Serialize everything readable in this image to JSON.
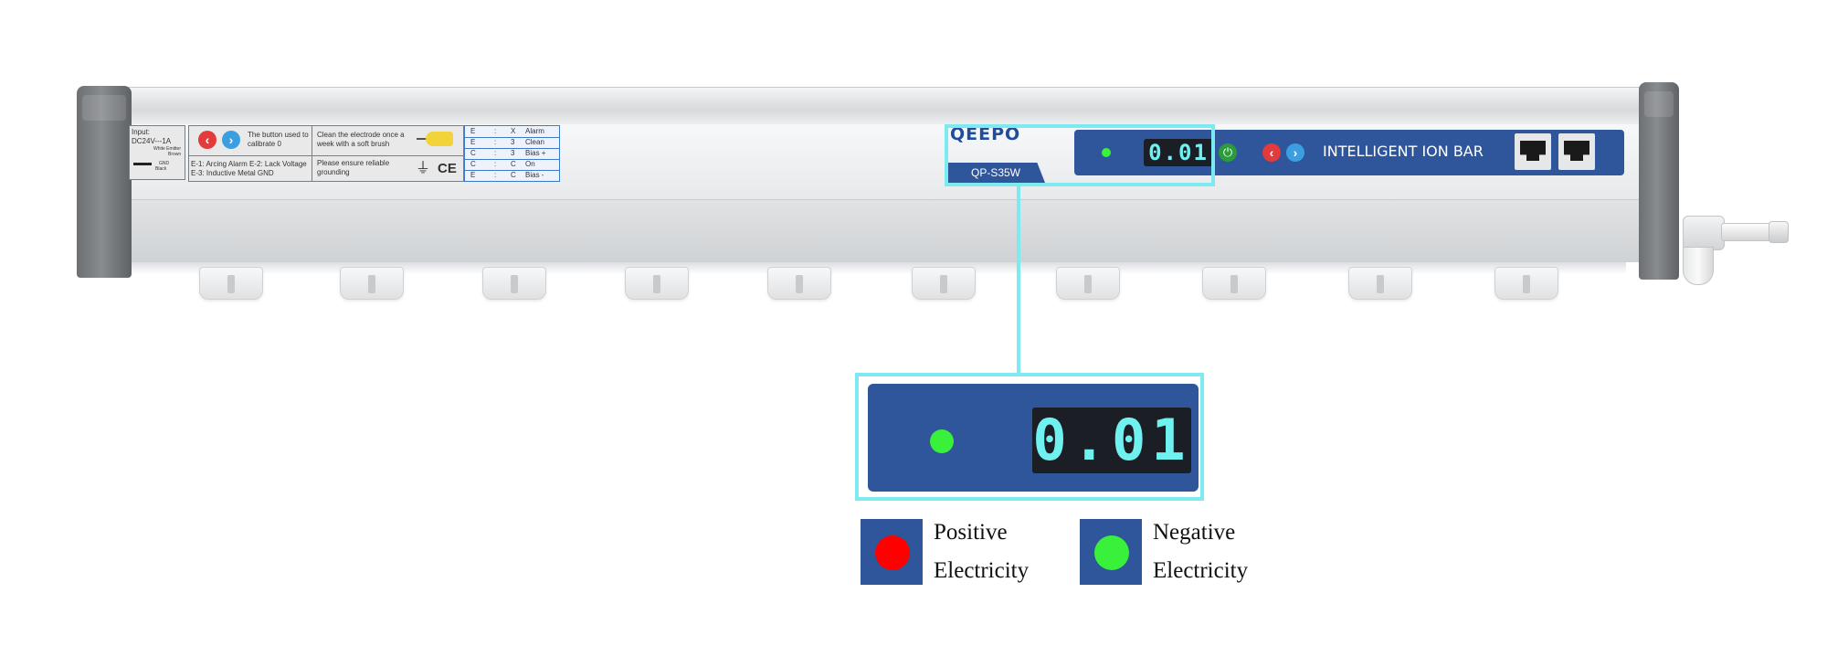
{
  "label": {
    "input_line1": "Input:",
    "input_line2": "DC24V---1A",
    "input_small1": "White Emitter",
    "input_small2": "Brown",
    "input_small3": "GND",
    "input_small4": "Black",
    "calibrate_text": "The button used to calibrate 0",
    "clean_text": "Clean the electrode once a week with a soft brush",
    "errors_line1": "E-1: Arcing Alarm E-2: Lack Voltage",
    "errors_line2": "E-3: Inductive Metal GND",
    "grounding_text": "Please ensure reliable grounding",
    "ce_mark": "CE",
    "ground_symbol": "⏚",
    "code_rows": [
      {
        "a": "E",
        "b": "X",
        "label": "Alarm"
      },
      {
        "a": "E",
        "b": "3",
        "label": "Clean"
      },
      {
        "a": "C",
        "b": "3",
        "label": "Bias +"
      },
      {
        "a": "C",
        "b": "C",
        "label": "On"
      },
      {
        "a": "E",
        "b": "C",
        "label": "Bias -"
      }
    ]
  },
  "device": {
    "brand": "QEEPO",
    "model": "QP-S35W",
    "display_value": "0.01",
    "title": "INTELLIGENT ION BAR",
    "icons": {
      "power": "power-icon",
      "left_button": "left-arrow-icon",
      "right_button": "right-arrow-icon",
      "ports": "rj45-port-icon"
    },
    "colors": {
      "panel_blue": "#2f559a",
      "lcd_cyan": "#6ff1f0",
      "highlight": "#7de9f1",
      "indicator_green": "#39f13a",
      "button_red": "#e33b3b",
      "button_blue": "#3a9ee0"
    }
  },
  "zoom": {
    "display_value": "0.01"
  },
  "legend": [
    {
      "line1": "Positive",
      "line2": "Electricity",
      "color": "#ff0000"
    },
    {
      "line1": "Negative",
      "line2": "Electricity",
      "color": "#39f13a"
    }
  ]
}
